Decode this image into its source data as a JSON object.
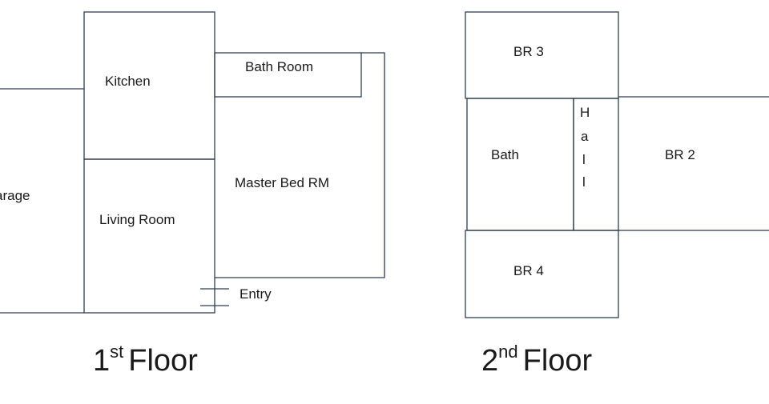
{
  "floors": [
    {
      "title_main": "1",
      "title_sup": "st",
      "title_rest": "Floor",
      "rooms": {
        "garage": "arage",
        "kitchen": "Kitchen",
        "bath_room": "Bath Room",
        "master_bed": "Master Bed RM",
        "living_room": "Living Room",
        "entry": "Entry"
      }
    },
    {
      "title_main": "2",
      "title_sup": "nd",
      "title_rest": "Floor",
      "rooms": {
        "br3": "BR 3",
        "bath": "Bath",
        "hall": [
          "H",
          "a",
          "l",
          "l"
        ],
        "br2": "BR 2",
        "br4": "BR 4"
      }
    }
  ]
}
